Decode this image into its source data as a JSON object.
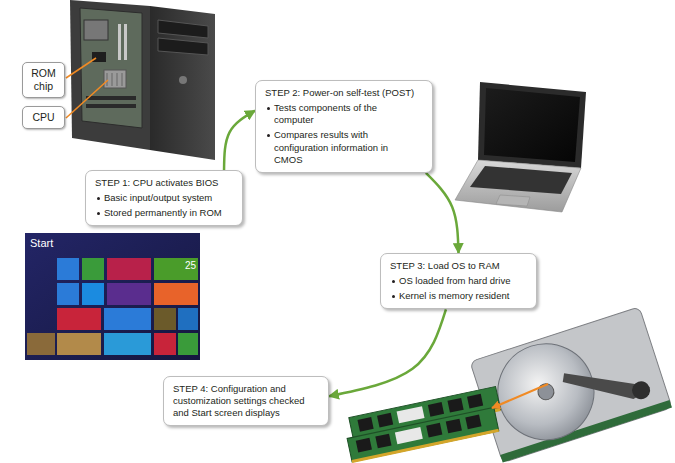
{
  "diagram": {
    "nodes": [
      {
        "text": [
          "ROM chip"
        ]
      },
      {
        "text": [
          "CPU"
        ]
      },
      {
        "text": [
          "STEP 1: CPU activates BIOS",
          "Basic input/output system",
          "Stored permanently in ROM"
        ]
      },
      {
        "text": [
          "STEP 2: Power-on self-test (POST)",
          "Tests components of the computer",
          "Compares results with configuration information in CMOS"
        ]
      },
      {
        "text": [
          "STEP 3: Load OS to RAM",
          "OS loaded from hard drive",
          "Kernel is memory resident"
        ]
      },
      {
        "text": [
          "STEP 4: Configuration and customization settings checked and Start screen displays"
        ]
      }
    ],
    "edges": [
      {
        "from": 2,
        "to": 3,
        "arrow": "to"
      },
      {
        "from": 3,
        "to": 4,
        "arrow": "to"
      },
      {
        "from": 4,
        "to": 5,
        "arrow": "to"
      }
    ],
    "labels": [
      "Start",
      "25"
    ]
  }
}
